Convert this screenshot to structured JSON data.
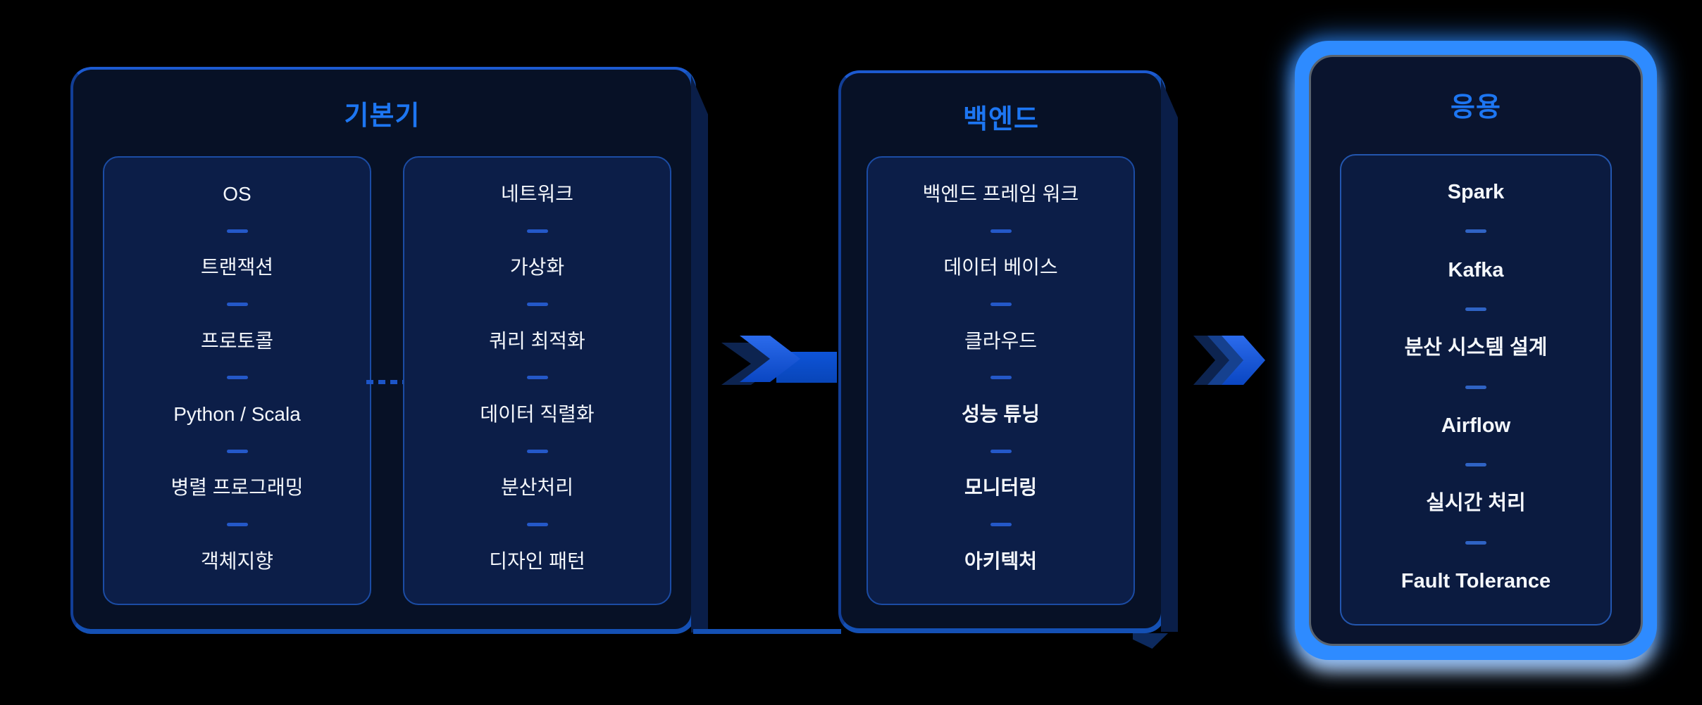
{
  "diagram": {
    "background": "#000000",
    "title_accent_blue": "#1D76F2",
    "highlight_border_blue": "#2E8BFF",
    "arrow_blue": "#0E54D8",
    "arrow_shadow_navy": "#0D2450",
    "separator_blue": "#2458C8",
    "panels": [
      {
        "id": "basics",
        "title": "기본기",
        "highlighted": false,
        "columns": [
          {
            "items": [
              {
                "label": "OS",
                "bold": false
              },
              {
                "label": "트랜잭션",
                "bold": false
              },
              {
                "label": "프로토콜",
                "bold": false
              },
              {
                "label": "Python / Scala",
                "bold": false
              },
              {
                "label": "병렬 프로그래밍",
                "bold": false
              },
              {
                "label": "객체지향",
                "bold": false
              }
            ]
          },
          {
            "items": [
              {
                "label": "네트워크",
                "bold": false
              },
              {
                "label": "가상화",
                "bold": false
              },
              {
                "label": "쿼리 최적화",
                "bold": false
              },
              {
                "label": "데이터 직렬화",
                "bold": false
              },
              {
                "label": "분산처리",
                "bold": false
              },
              {
                "label": "디자인 패턴",
                "bold": false
              }
            ]
          }
        ]
      },
      {
        "id": "backend",
        "title": "백엔드",
        "highlighted": false,
        "columns": [
          {
            "items": [
              {
                "label": "백엔드 프레임 워크",
                "bold": false
              },
              {
                "label": "데이터 베이스",
                "bold": false
              },
              {
                "label": "클라우드",
                "bold": false
              },
              {
                "label": "성능 튜닝",
                "bold": true
              },
              {
                "label": "모니터링",
                "bold": true
              },
              {
                "label": "아키텍처",
                "bold": true
              }
            ]
          }
        ]
      },
      {
        "id": "application",
        "title": "응용",
        "highlighted": true,
        "columns": [
          {
            "items": [
              {
                "label": "Spark",
                "bold": true
              },
              {
                "label": "Kafka",
                "bold": true
              },
              {
                "label": "분산 시스템 설계",
                "bold": true
              },
              {
                "label": "Airflow",
                "bold": true
              },
              {
                "label": "실시간 처리",
                "bold": true
              },
              {
                "label": "Fault Tolerance",
                "bold": true
              }
            ]
          }
        ]
      }
    ],
    "arrows": [
      {
        "icon": "double-chevron-arrow-icon",
        "from": "basics",
        "to": "backend"
      },
      {
        "icon": "triple-chevron-icon",
        "from": "backend",
        "to": "application"
      }
    ]
  }
}
